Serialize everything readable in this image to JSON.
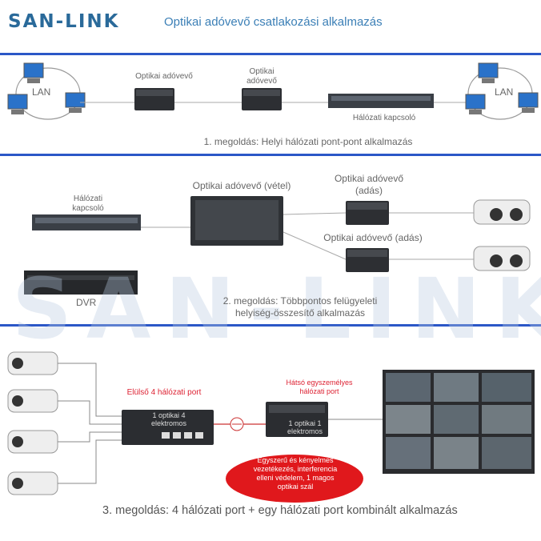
{
  "brand": "SAN-LINK",
  "title": "Optikai adóvevő csatlakozási alkalmazás",
  "watermark": "SAN-LINK",
  "section1": {
    "lan_left": "LAN",
    "lan_right": "LAN",
    "transceiver_a": "Optikai adóvevő",
    "transceiver_b": "Optikai adóvevő",
    "switch": "Hálózati kapcsoló",
    "caption": "1. megoldás: Helyi hálózati pont-pont alkalmazás"
  },
  "section2": {
    "switch": "Hálózati kapcsoló",
    "dvr": "DVR",
    "rack_label": "Optikai adóvevő (vétel)",
    "tx_top": "Optikai adóvevő (adás)",
    "tx_bottom": "Optikai adóvevő (adás)",
    "caption": "2. megoldás: Többpontos felügyeleti helyiség-összesítő alkalmazás"
  },
  "section3": {
    "front_ports": "Elülső 4 hálózati port",
    "device_4": "1 optikai 4 elektromos",
    "rear_port": "Hátsó egyszemélyes hálózati port",
    "device_1": "1 optikai 1 elektromos",
    "note": "Egyszerű és kényelmes vezetékezés, interferencia elleni védelem, 1 magos optikai szál",
    "caption": "3. megoldás: 4 hálózati port + egy hálózati port kombinált alkalmazás"
  },
  "colors": {
    "brand": "#2a6a9a",
    "title": "#3b7fb6",
    "divider": "#2b57c7",
    "note_bubble": "#e0181c"
  }
}
